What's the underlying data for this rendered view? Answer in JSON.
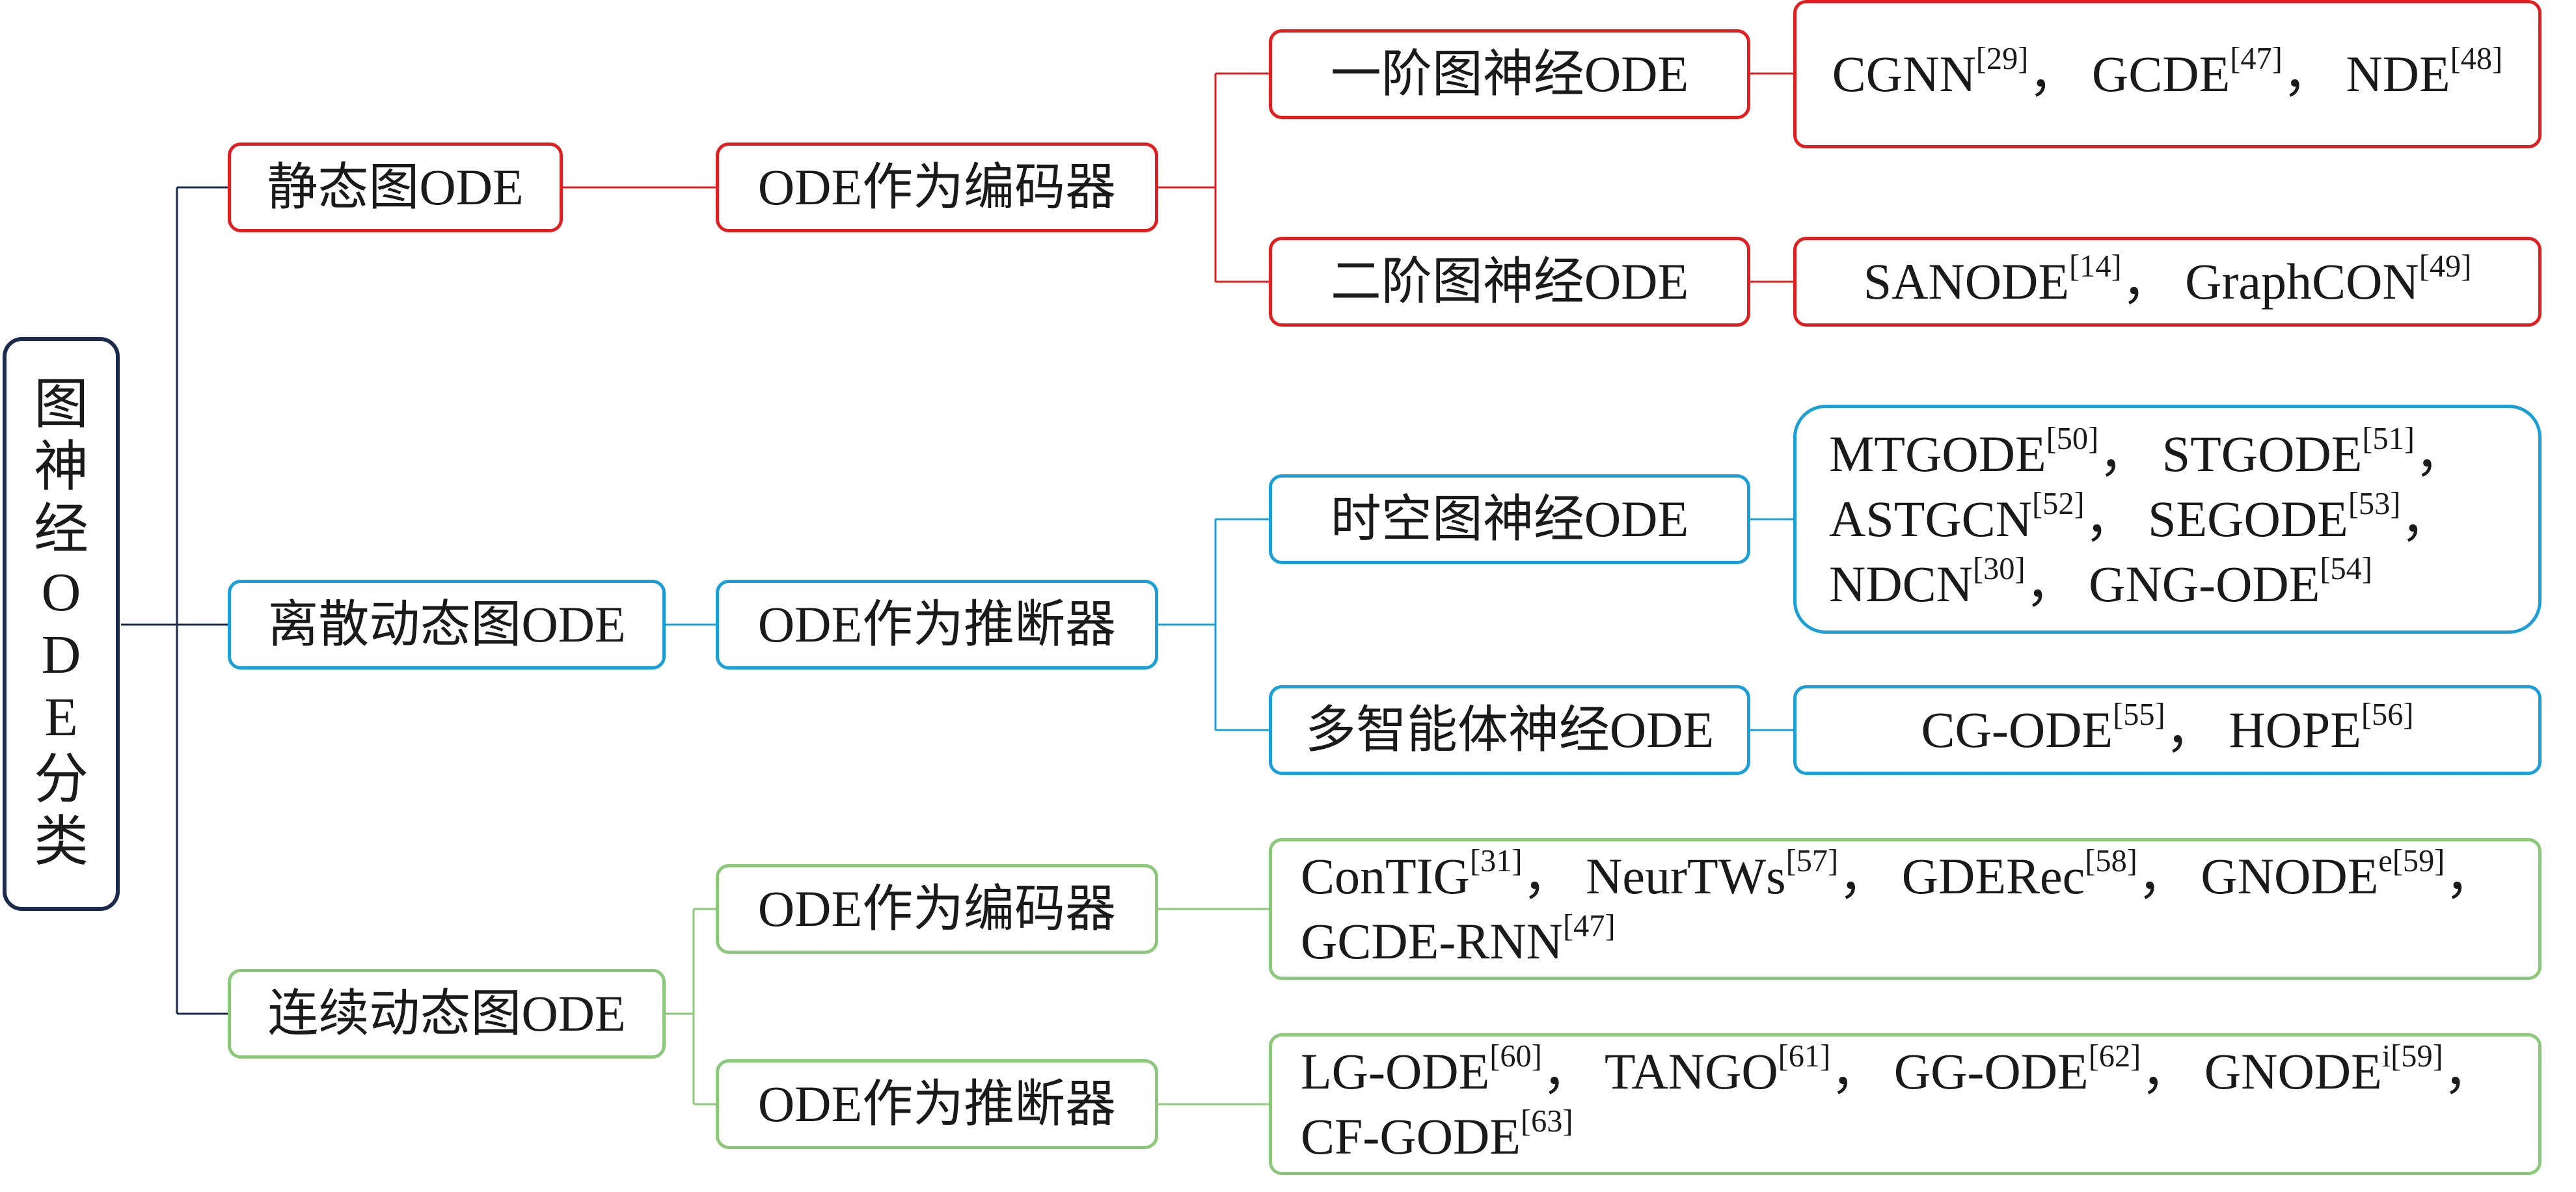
{
  "colors": {
    "static": "#e02020",
    "discrete": "#1a9fd6",
    "continuous": "#8bc87a",
    "root": "#1b2b4d"
  },
  "root": {
    "chars": [
      "图",
      "神",
      "经",
      "O",
      "D",
      "E",
      "分",
      "类"
    ]
  },
  "branches": {
    "static": {
      "label": "静态图ODE",
      "role": "ODE作为编码器",
      "sub": [
        {
          "label": "一阶图神经ODE",
          "refs": [
            {
              "name": "CGNN",
              "cite": "[29]",
              "sep": "，"
            },
            {
              "name": "GCDE",
              "cite": "[47]",
              "sep": "，"
            },
            {
              "name": "NDE",
              "cite": "[48]",
              "sep": ""
            }
          ]
        },
        {
          "label": "二阶图神经ODE",
          "refs": [
            {
              "name": "SANODE",
              "cite": "[14]",
              "sep": "，"
            },
            {
              "name": "GraphCON",
              "cite": "[49]",
              "sep": ""
            }
          ]
        }
      ]
    },
    "discrete": {
      "label": "离散动态图ODE",
      "role": "ODE作为推断器",
      "sub": [
        {
          "label": "时空图神经ODE",
          "refs": [
            {
              "name": "MTGODE",
              "cite": "[50]",
              "sep": "，"
            },
            {
              "name": "STGODE",
              "cite": "[51]",
              "sep": "，"
            },
            {
              "name": "ASTGCN",
              "cite": "[52]",
              "sep": "，"
            },
            {
              "name": "SEGODE",
              "cite": "[53]",
              "sep": "，"
            },
            {
              "name": "NDCN",
              "cite": "[30]",
              "sep": "，"
            },
            {
              "name": "GNG-ODE",
              "cite": "[54]",
              "sep": ""
            }
          ]
        },
        {
          "label": "多智能体神经ODE",
          "refs": [
            {
              "name": "CG-ODE",
              "cite": "[55]",
              "sep": "，"
            },
            {
              "name": "HOPE",
              "cite": "[56]",
              "sep": ""
            }
          ]
        }
      ]
    },
    "continuous": {
      "label": "连续动态图ODE",
      "sub": [
        {
          "role": "ODE作为编码器",
          "refs": [
            {
              "name": "ConTIG",
              "cite": "[31]",
              "sep": "， "
            },
            {
              "name": "NeurTWs",
              "cite": "[57]",
              "sep": "，"
            },
            {
              "name": "GDERec",
              "cite": "[58]",
              "sep": "，"
            },
            {
              "name": "GNODE",
              "cite": "e[59]",
              "sep": "，"
            },
            {
              "name": "GCDE-RNN",
              "cite": "[47]",
              "sep": ""
            }
          ]
        },
        {
          "role": "ODE作为推断器",
          "refs": [
            {
              "name": "LG-ODE",
              "cite": "[60]",
              "sep": "， "
            },
            {
              "name": "TANGO",
              "cite": "[61]",
              "sep": "，"
            },
            {
              "name": "GG-ODE",
              "cite": "[62]",
              "sep": "，"
            },
            {
              "name": "GNODE",
              "cite": "i[59]",
              "sep": "，"
            },
            {
              "name": "CF-GODE",
              "cite": "[63]",
              "sep": ""
            }
          ]
        }
      ]
    }
  }
}
